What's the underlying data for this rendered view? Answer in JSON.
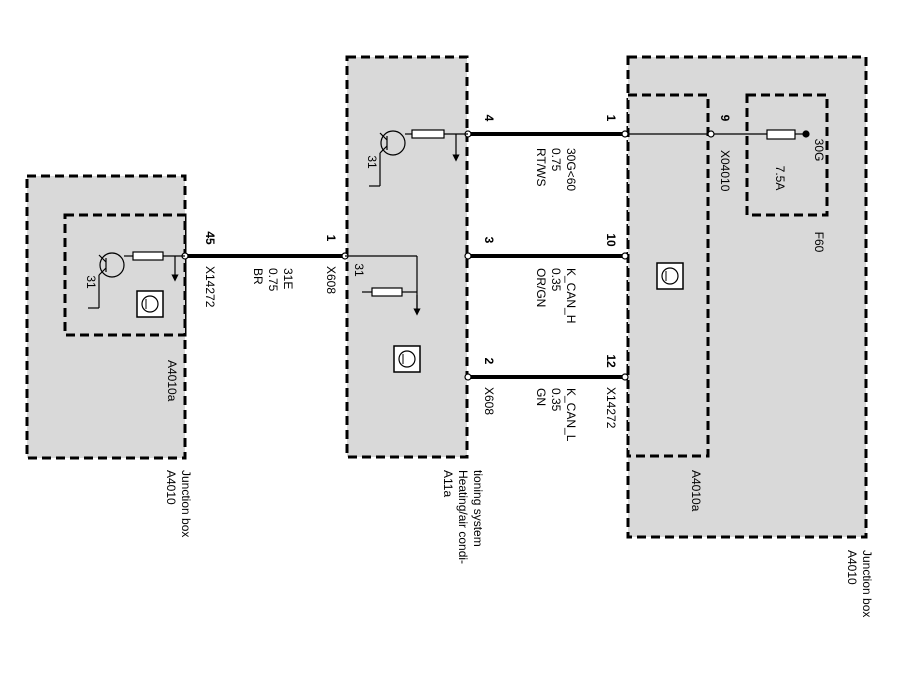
{
  "colors": {
    "box_fill": "#d9d9d9",
    "ink": "#000000",
    "background": "#ffffff"
  },
  "boxes": {
    "left_outer": {
      "id": "A4010",
      "name": "Junction box"
    },
    "left_inner": {
      "id": "A4010a"
    },
    "middle": {
      "id": "A11a",
      "name_line1": "Heating/air condi-",
      "name_line2": "tioning system"
    },
    "right_outer": {
      "id": "A4010",
      "name": "Junction box"
    },
    "right_inner": {
      "id": "A4010a"
    },
    "fuse": {
      "id": "F60",
      "rating": "7.5A",
      "supply": "30G"
    }
  },
  "connectors": {
    "left_module": "X14272",
    "middle_left": "X608",
    "middle_right": "X608",
    "right_module": "X14272",
    "fuse_connector": "X04010"
  },
  "pins": {
    "left_45": "45",
    "middle_1": "1",
    "middle_4": "4",
    "middle_3": "3",
    "middle_2": "2",
    "right_1": "1",
    "right_10": "10",
    "right_12": "12",
    "fuse_9": "9"
  },
  "ground_labels": {
    "left": "31",
    "middle_bottom": "31",
    "middle_top": "31"
  },
  "wires": {
    "ground_wire": {
      "signal": "31E",
      "size": "0.75",
      "color": "BR"
    },
    "supply_wire": {
      "signal": "30G<60",
      "size": "0.75",
      "color": "RT/WS"
    },
    "can_h": {
      "signal": "K_CAN_H",
      "size": "0.35",
      "color": "OR/GN"
    },
    "can_l": {
      "signal": "K_CAN_L",
      "size": "0.35",
      "color": "GN"
    }
  }
}
